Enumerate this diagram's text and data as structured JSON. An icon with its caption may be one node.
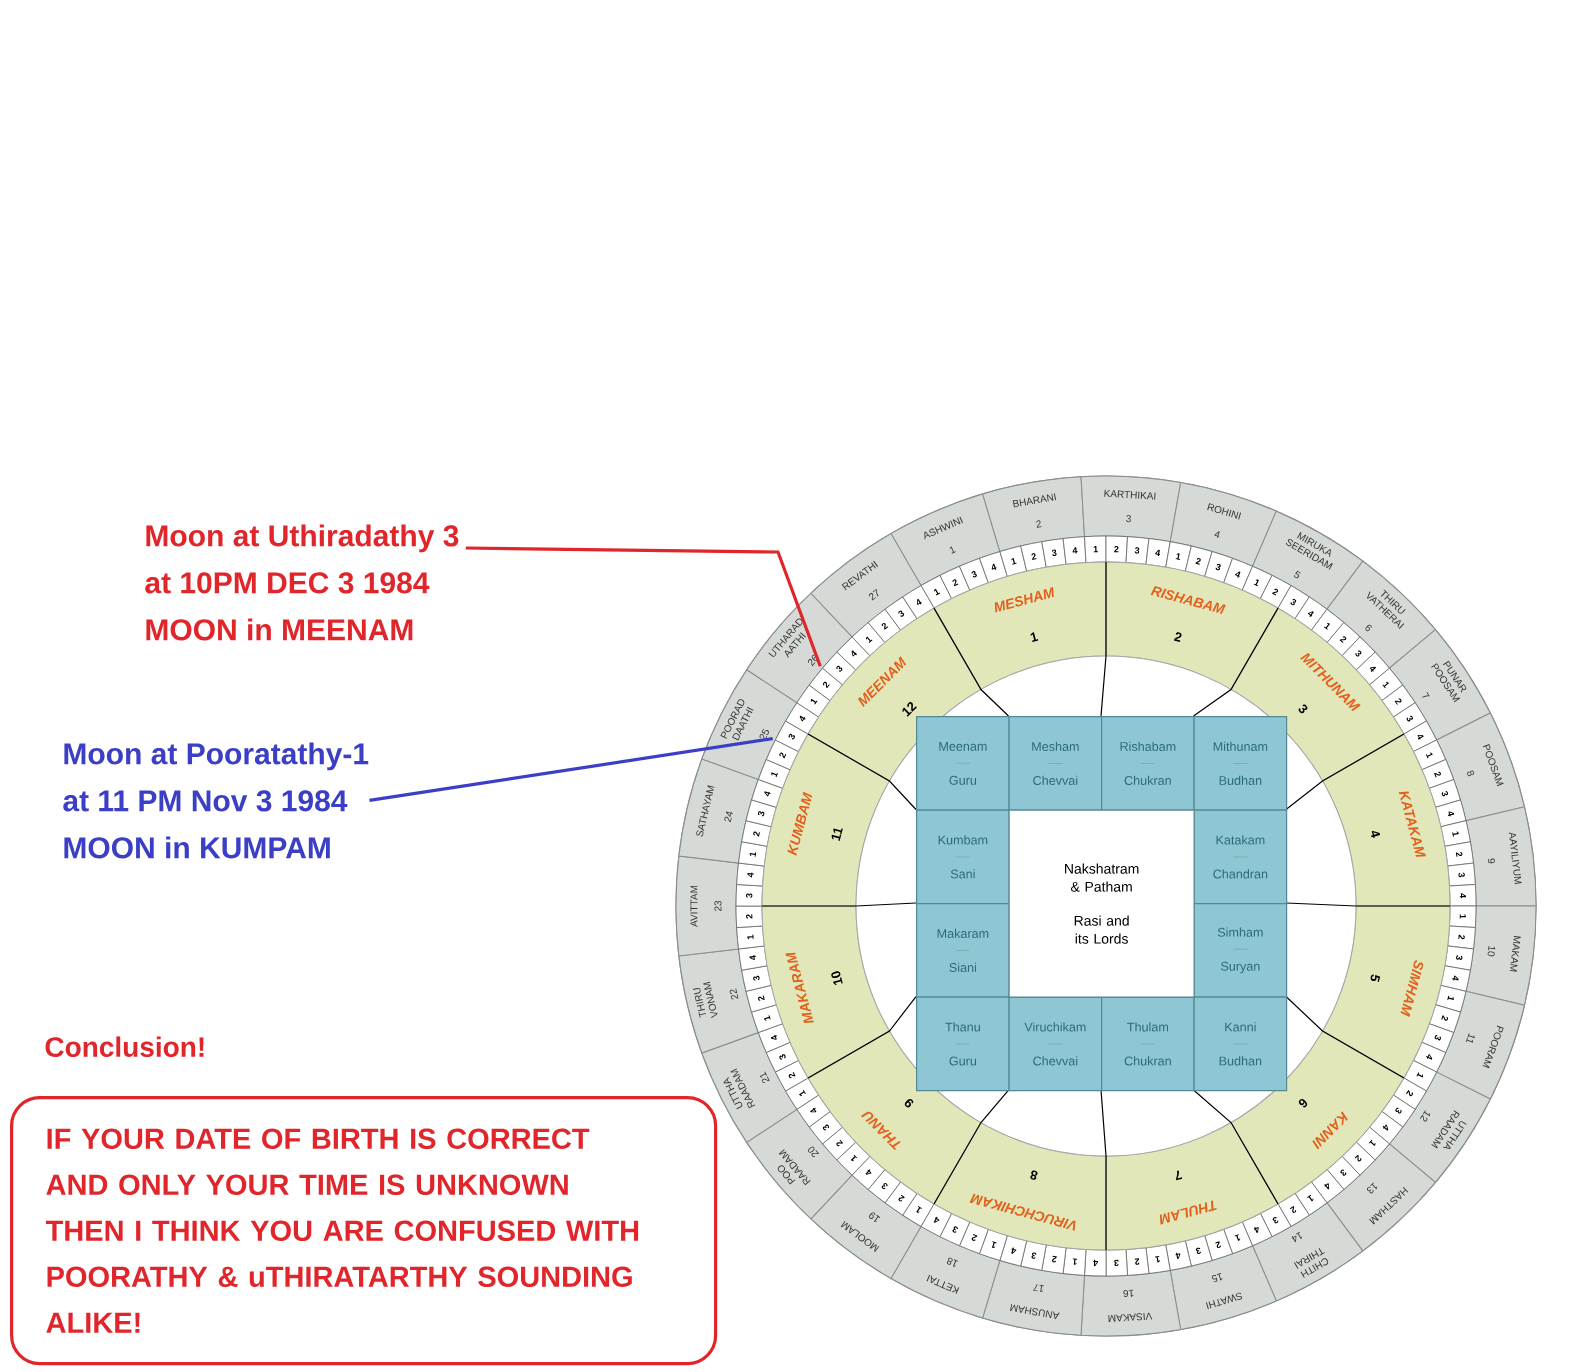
{
  "diagram": {
    "nodes": [
      {
        "text": [
          "Moon at Uthiradathy 3",
          "at 10PM DEC 3 1984",
          "MOON in MEENAM"
        ]
      },
      {
        "text": [
          "Moon at Pooratathy-1",
          "at 11 PM Nov 3 1984",
          "MOON in KUMPAM"
        ]
      },
      {
        "text": [
          "ASHWINI",
          "1"
        ]
      },
      {
        "text": [
          "BHARANI",
          "2"
        ]
      },
      {
        "text": [
          "KARTHIKAI",
          "3"
        ]
      },
      {
        "text": [
          "ROHINI",
          "4"
        ]
      },
      {
        "text": [
          "MIRUKA SEERIDAM",
          "5"
        ]
      },
      {
        "text": [
          "THIRU VATHERAI",
          "6"
        ]
      },
      {
        "text": [
          "PUNAR POOSAM",
          "7"
        ]
      },
      {
        "text": [
          "POOSAM",
          "8"
        ]
      },
      {
        "text": [
          "AAYILIYUM",
          "9"
        ]
      },
      {
        "text": [
          "MAKAM",
          "10"
        ]
      },
      {
        "text": [
          "POORAM",
          "11"
        ]
      },
      {
        "text": [
          "UTTHA RAADAM",
          "12"
        ]
      },
      {
        "text": [
          "HASTHAM",
          "13"
        ]
      },
      {
        "text": [
          "CHITH THIRAI",
          "14"
        ]
      },
      {
        "text": [
          "SWATHI",
          "15"
        ]
      },
      {
        "text": [
          "VISAKAM",
          "16"
        ]
      },
      {
        "text": [
          "ANUSHAM",
          "17"
        ]
      },
      {
        "text": [
          "KETTAI",
          "18"
        ]
      },
      {
        "text": [
          "MOOLAM",
          "19"
        ]
      },
      {
        "text": [
          "POO RAADAM",
          "20"
        ]
      },
      {
        "text": [
          "UTTHA RAADAM",
          "21"
        ]
      },
      {
        "text": [
          "THIRU VONAM",
          "22"
        ]
      },
      {
        "text": [
          "AVITTAM",
          "23"
        ]
      },
      {
        "text": [
          "SATHAYAM",
          "24"
        ]
      },
      {
        "text": [
          "POORAD DAATHI",
          "25"
        ]
      },
      {
        "text": [
          "UTHARAD AATHI",
          "26"
        ]
      },
      {
        "text": [
          "REVATHI",
          "27"
        ]
      },
      {
        "text": [
          "MESHAM",
          "1"
        ]
      },
      {
        "text": [
          "RISHABAM",
          "2"
        ]
      },
      {
        "text": [
          "MITHUNAM",
          "3"
        ]
      },
      {
        "text": [
          "KATAKAM",
          "4"
        ]
      },
      {
        "text": [
          "SIMHAM",
          "5"
        ]
      },
      {
        "text": [
          "KANNI",
          "6"
        ]
      },
      {
        "text": [
          "THULAM",
          "7"
        ]
      },
      {
        "text": [
          "VIRUCHCHIKAM",
          "8"
        ]
      },
      {
        "text": [
          "THANU",
          "9"
        ]
      },
      {
        "text": [
          "MAKARAM",
          "10"
        ]
      },
      {
        "text": [
          "KUMBAM",
          "11"
        ]
      },
      {
        "text": [
          "MEENAM",
          "12"
        ]
      },
      {
        "text": [
          "Meenam",
          "Guru"
        ]
      },
      {
        "text": [
          "Mesham",
          "Chevvai"
        ]
      },
      {
        "text": [
          "Rishabam",
          "Chukran"
        ]
      },
      {
        "text": [
          "Mithunam",
          "Budhan"
        ]
      },
      {
        "text": [
          "Kumbam",
          "Sani"
        ]
      },
      {
        "text": [
          "Nakshatram & Patham",
          "Rasi and its Lords"
        ]
      },
      {
        "text": [
          "Katakam",
          "Chandran"
        ]
      },
      {
        "text": [
          "Makaram",
          "Siani"
        ]
      },
      {
        "text": [
          "Simham",
          "Suryan"
        ]
      },
      {
        "text": [
          "Thanu",
          "Guru"
        ]
      },
      {
        "text": [
          "Viruchikam",
          "Chevvai"
        ]
      },
      {
        "text": [
          "Thulam",
          "Chukran"
        ]
      },
      {
        "text": [
          "Kanni",
          "Budhan"
        ]
      },
      {
        "text": [
          "Conclusion!",
          "IF YOUR DATE OF BIRTH IS CORRECT AND ONLY YOUR TIME IS UNKNOWN THEN I THINK YOU ARE CONFUSED WITH POORATHY & uTHIRATARTHY SOUNDING ALIKE!"
        ]
      }
    ],
    "edges": [
      {
        "from": 0,
        "to": 27,
        "arrow": "none",
        "color": "#e0252b"
      },
      {
        "from": 1,
        "to": 26,
        "arrow": "none",
        "color": "#3b3fc6"
      }
    ],
    "labels": [
      "1",
      "2",
      "3",
      "4",
      "1",
      "2",
      "3",
      "4",
      "1",
      "2",
      "3",
      "4",
      "1",
      "2",
      "3",
      "4",
      "1",
      "2",
      "3",
      "4",
      "1",
      "2",
      "3",
      "4",
      "1",
      "2",
      "3",
      "4",
      "1",
      "2",
      "3",
      "4",
      "1",
      "2",
      "3",
      "4",
      "1",
      "2",
      "3",
      "4",
      "1",
      "2",
      "3",
      "4",
      "1",
      "2",
      "3",
      "4",
      "1",
      "2",
      "3",
      "4",
      "1",
      "2",
      "3",
      "4",
      "1",
      "2",
      "3",
      "4",
      "1",
      "2",
      "3",
      "4",
      "1",
      "2",
      "3",
      "4",
      "1",
      "2",
      "3",
      "4",
      "1",
      "2",
      "3",
      "4",
      "1",
      "2",
      "3",
      "4",
      "1",
      "2",
      "3",
      "4",
      "1",
      "2",
      "3",
      "4",
      "1",
      "2",
      "3",
      "4",
      "1",
      "2",
      "3",
      "4",
      "1",
      "2",
      "3",
      "4",
      "1",
      "2",
      "3",
      "4",
      "1",
      "2",
      "3",
      "4"
    ]
  }
}
